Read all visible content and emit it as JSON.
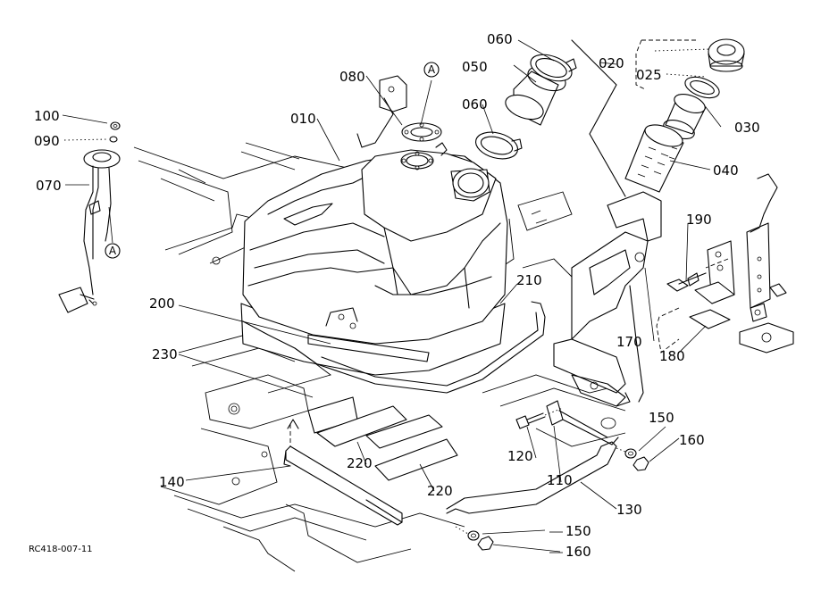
{
  "diagram": {
    "drawing_code": "RC418-007-11",
    "part_labels": {
      "p010": "010",
      "p020": "020",
      "p025": "025",
      "p030": "030",
      "p040": "040",
      "p050": "050",
      "p060a": "060",
      "p060b": "060",
      "p070": "070",
      "p080": "080",
      "p090": "090",
      "p100": "100",
      "p110": "110",
      "p120": "120",
      "p130": "130",
      "p140": "140",
      "p150a": "150",
      "p150b": "150",
      "p160a": "160",
      "p160b": "160",
      "p170": "170",
      "p180": "180",
      "p190": "190",
      "p200": "200",
      "p210": "210",
      "p220a": "220",
      "p220b": "220",
      "p230": "230"
    },
    "callouts": {
      "a_top": "A",
      "a_left": "A"
    },
    "line_color": "#000000",
    "background_color": "#ffffff"
  }
}
